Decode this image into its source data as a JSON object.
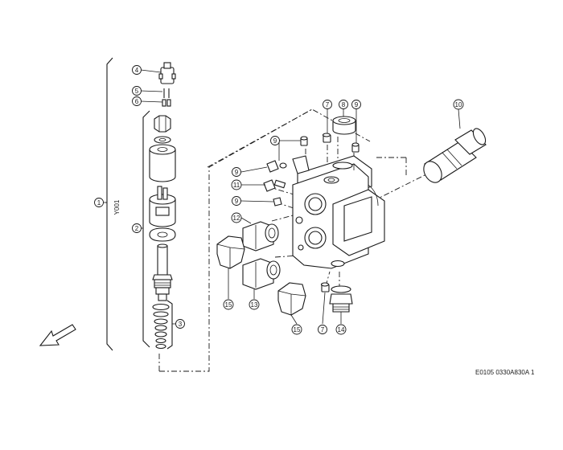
{
  "drawing": {
    "code": "E0105 0330A830A 1",
    "assembly_ref": "Y001",
    "line_color": "#1a1a1a",
    "background": "#ffffff"
  },
  "callouts": [
    {
      "id": "c1",
      "label": "1"
    },
    {
      "id": "c2",
      "label": "2"
    },
    {
      "id": "c3",
      "label": "3"
    },
    {
      "id": "c4",
      "label": "4"
    },
    {
      "id": "c5",
      "label": "5"
    },
    {
      "id": "c6",
      "label": "6"
    },
    {
      "id": "c7a",
      "label": "7"
    },
    {
      "id": "c8",
      "label": "8"
    },
    {
      "id": "c9a",
      "label": "9"
    },
    {
      "id": "c10",
      "label": "10"
    },
    {
      "id": "c9b",
      "label": "9"
    },
    {
      "id": "c9c",
      "label": "9"
    },
    {
      "id": "c11",
      "label": "11"
    },
    {
      "id": "c9d",
      "label": "9"
    },
    {
      "id": "c12",
      "label": "12"
    },
    {
      "id": "c15a",
      "label": "15"
    },
    {
      "id": "c13",
      "label": "13"
    },
    {
      "id": "c15b",
      "label": "15"
    },
    {
      "id": "c7b",
      "label": "7"
    },
    {
      "id": "c14",
      "label": "14"
    }
  ]
}
